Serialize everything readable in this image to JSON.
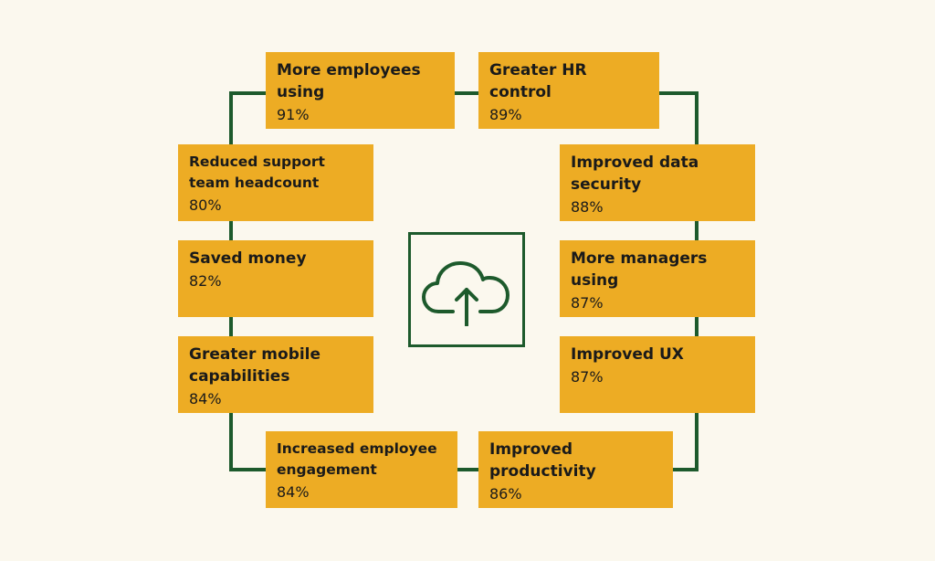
{
  "cards": [
    {
      "id": "more-employees-using",
      "title": "More employees using",
      "value": "91%"
    },
    {
      "id": "greater-hr-control",
      "title": "Greater HR control",
      "value": "89%"
    },
    {
      "id": "reduced-support-team-headcount",
      "title": "Reduced support team headcount",
      "value": "80%"
    },
    {
      "id": "improved-data-security",
      "title": "Improved data security",
      "value": "88%"
    },
    {
      "id": "saved-money",
      "title": "Saved money",
      "value": "82%"
    },
    {
      "id": "more-managers-using",
      "title": "More managers using",
      "value": "87%"
    },
    {
      "id": "greater-mobile-capabilities",
      "title": "Greater mobile capabilities",
      "value": "84%"
    },
    {
      "id": "improved-ux",
      "title": "Improved UX",
      "value": "87%"
    },
    {
      "id": "increased-employee-engagement",
      "title": "Increased employee engagement",
      "value": "84%"
    },
    {
      "id": "improved-productivity",
      "title": "Improved productivity",
      "value": "86%"
    }
  ],
  "center_icon": "cloud-upload-icon",
  "colors": {
    "background": "#FBF8EE",
    "card": "#EDAC24",
    "accent": "#1D5A2C",
    "text": "#1A1A1A"
  }
}
